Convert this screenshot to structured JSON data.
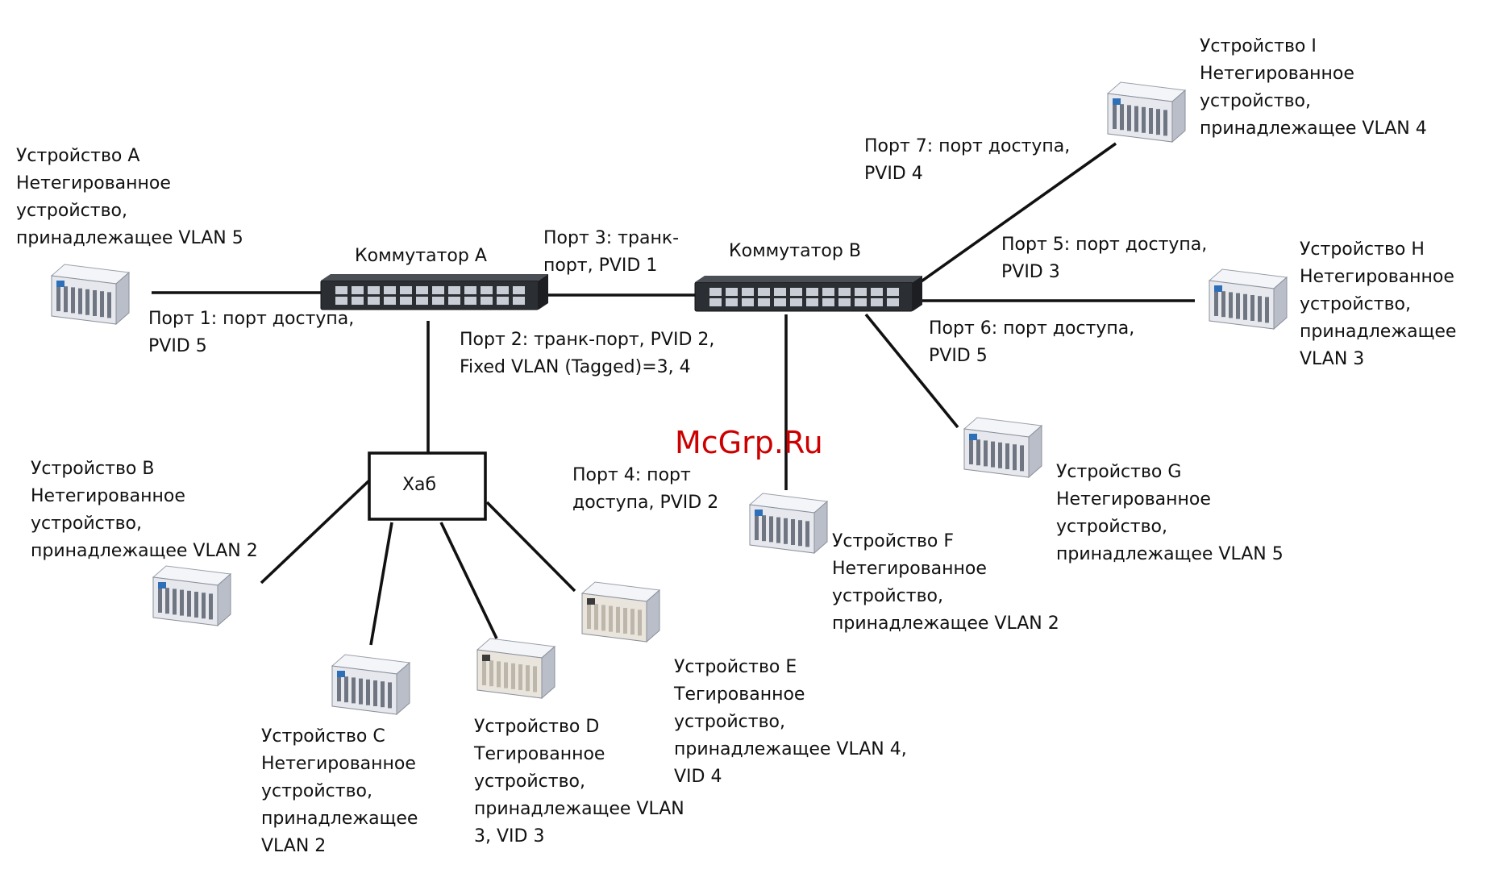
{
  "watermark": {
    "text": "McGrp.Ru",
    "color": "#cc0000"
  },
  "colors": {
    "line": "#111111",
    "switch_body": "#2b2e33",
    "device_body": "#e6e8ee",
    "tagged_device_body": "#e9e4dc"
  },
  "switches": [
    {
      "id": "switch-a",
      "label": "Коммутатор A"
    },
    {
      "id": "switch-b",
      "label": "Коммутатор B"
    }
  ],
  "hub": {
    "label": "Хаб"
  },
  "ports": [
    {
      "id": "port-1",
      "lines": [
        "Порт 1: порт доступа,",
        "PVID 5"
      ]
    },
    {
      "id": "port-2",
      "lines": [
        "Порт 2: транк-порт, PVID 2,",
        "Fixed VLAN (Tagged)=3, 4"
      ]
    },
    {
      "id": "port-3",
      "lines": [
        "Порт 3: транк-",
        "порт, PVID 1"
      ]
    },
    {
      "id": "port-4",
      "lines": [
        "Порт 4: порт",
        "доступа, PVID 2"
      ]
    },
    {
      "id": "port-5",
      "lines": [
        "Порт 5: порт доступа,",
        "PVID 3"
      ]
    },
    {
      "id": "port-6",
      "lines": [
        "Порт 6: порт доступа,",
        "PVID 5"
      ]
    },
    {
      "id": "port-7",
      "lines": [
        "Порт 7: порт доступа,",
        "PVID 4"
      ]
    }
  ],
  "devices": [
    {
      "id": "device-a",
      "tagged": false,
      "lines": [
        "Устройство A",
        "Нетегированное",
        "устройство,",
        "принадлежащее VLAN 5"
      ]
    },
    {
      "id": "device-b",
      "tagged": false,
      "lines": [
        "Устройство B",
        "Нетегированное",
        "устройство,",
        "принадлежащее VLAN 2"
      ]
    },
    {
      "id": "device-c",
      "tagged": false,
      "lines": [
        "Устройство C",
        "Нетегированное",
        "устройство,",
        "принадлежащее",
        "VLAN 2"
      ]
    },
    {
      "id": "device-d",
      "tagged": true,
      "lines": [
        "Устройство D",
        "Тегированное",
        "устройство,",
        "принадлежащее VLAN",
        "3, VID 3"
      ]
    },
    {
      "id": "device-e",
      "tagged": true,
      "lines": [
        "Устройство E",
        "Тегированное",
        "устройство,",
        "принадлежащее VLAN 4,",
        "VID 4"
      ]
    },
    {
      "id": "device-f",
      "tagged": false,
      "lines": [
        "Устройство F",
        "Нетегированное",
        "устройство,",
        "принадлежащее VLAN 2"
      ]
    },
    {
      "id": "device-g",
      "tagged": false,
      "lines": [
        "Устройство G",
        "Нетегированное",
        "устройство,",
        "принадлежащее VLAN 5"
      ]
    },
    {
      "id": "device-h",
      "tagged": false,
      "lines": [
        "Устройство H",
        "Нетегированное",
        "устройство,",
        "принадлежащее",
        "VLAN 3"
      ]
    },
    {
      "id": "device-i",
      "tagged": false,
      "lines": [
        "Устройство I",
        "Нетегированное",
        "устройство,",
        "принадлежащее VLAN 4"
      ]
    }
  ]
}
